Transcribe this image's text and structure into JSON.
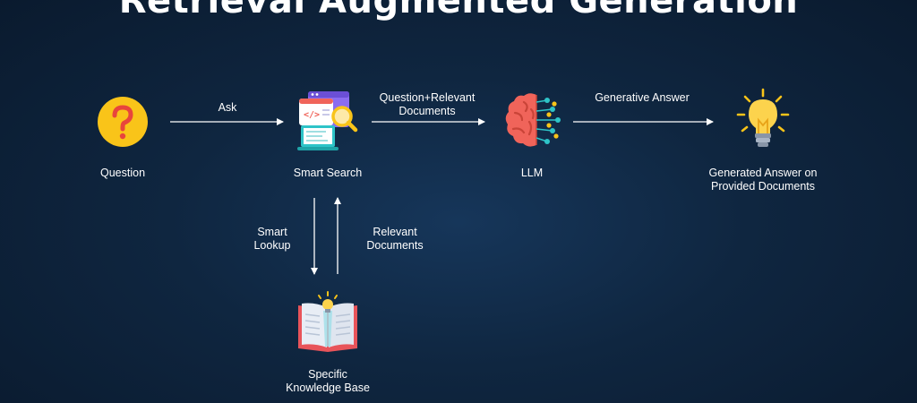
{
  "title": "Retrieval Augmented Generation",
  "nodes": {
    "question": {
      "label": "Question",
      "icon": "question-mark-icon"
    },
    "smart_search": {
      "label": "Smart Search",
      "icon": "search-documents-icon"
    },
    "llm": {
      "label": "LLM",
      "icon": "brain-icon"
    },
    "answer": {
      "label_line1": "Generated Answer on",
      "label_line2": "Provided Documents",
      "icon": "lightbulb-icon"
    },
    "knowledge_base": {
      "label_line1": "Specific",
      "label_line2": "Knowledge Base",
      "icon": "open-book-icon"
    }
  },
  "edges": {
    "ask": {
      "label": "Ask"
    },
    "question_relevant": {
      "label_line1": "Question+Relevant",
      "label_line2": "Documents"
    },
    "generative_answer": {
      "label": "Generative Answer"
    },
    "smart_lookup": {
      "label_line1": "Smart",
      "label_line2": "Lookup"
    },
    "relevant_documents": {
      "label_line1": "Relevant",
      "label_line2": "Documents"
    }
  },
  "colors": {
    "background": "#0f2640",
    "question_icon": "#f9c419",
    "brain": "#f0645a",
    "accent_teal": "#2ec4c8",
    "accent_yellow": "#f9c419",
    "window_purple": "#8b6cf0",
    "book_red": "#e8545a"
  }
}
